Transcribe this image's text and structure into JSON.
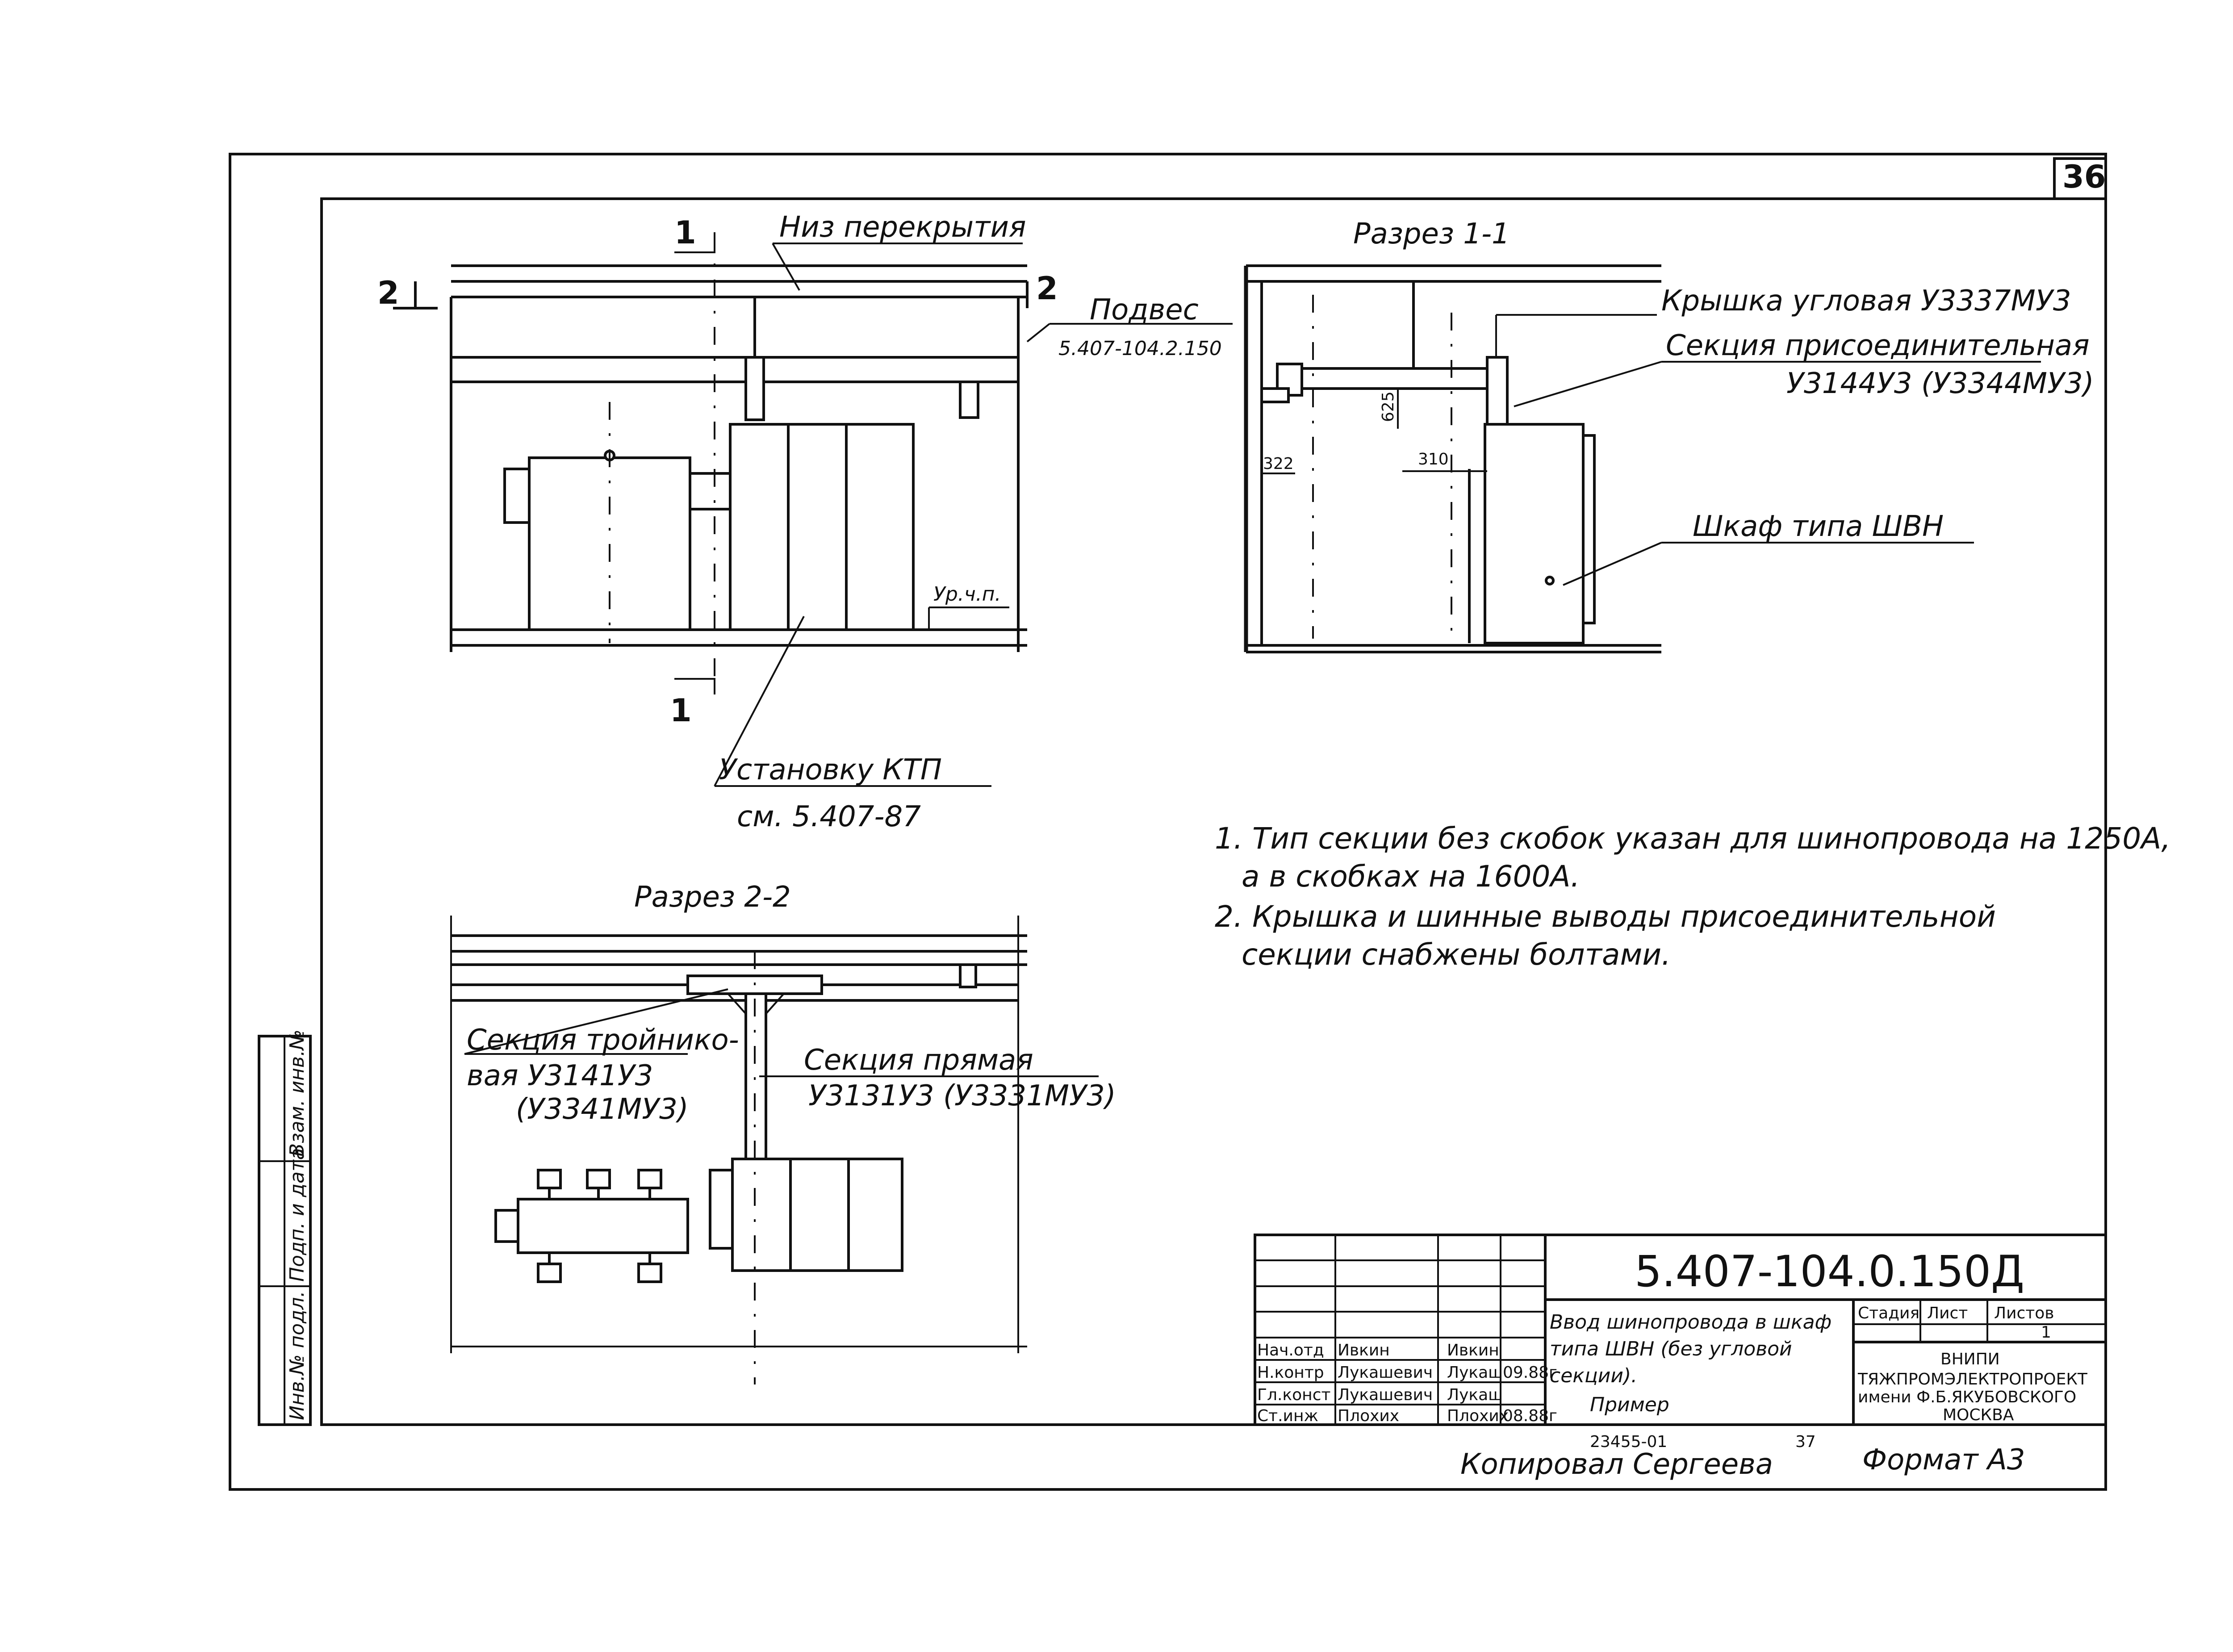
{
  "sheet_number": "36",
  "plan": {
    "ceiling_label": "Низ перекрытия",
    "section_mark_1": "1",
    "section_mark_2": "2",
    "hanger_label": "Подвес",
    "hanger_ref": "5.407-104.2.150",
    "floor_level": "Ур.ч.п.",
    "ktp_label": "Установку КТП",
    "ktp_ref": "см. 5.407-87"
  },
  "section_1_1": {
    "title": "Разрез 1-1",
    "corner_cover": "Крышка угловая У3337МУ3",
    "connection_section": "Секция присоединительная",
    "connection_code": "У3144У3 (У3344МУ3)",
    "cabinet": "Шкаф типа ШВН",
    "dim_625": "625",
    "dim_310": "310",
    "dim_322": "322"
  },
  "section_2_2": {
    "title": "Разрез 2-2",
    "tee_section_line1": "Секция тройнико-",
    "tee_section_line2": "вая У3141У3",
    "tee_section_line3": "(У3341МУ3)",
    "straight_section": "Секция прямая",
    "straight_code": "У3131У3 (У3331МУ3)"
  },
  "notes": [
    "1. Тип секции без скобок указан для шинопровода на 1250А,",
    "а в скобках на 1600А.",
    "2. Крышка и шинные выводы присоединительной",
    "секции снабжены болтами."
  ],
  "title_block": {
    "doc_code": "5.407-104.0.150Д",
    "title_line1": "Ввод шинопровода в шкаф",
    "title_line2": "типа ШВН (без угловой",
    "title_line3": "секции).",
    "title_line4": "Пример",
    "col_stage": "Стадия",
    "col_sheet": "Лист",
    "col_sheets": "Листов",
    "sheets_count": "1",
    "org_line1": "ВНИПИ",
    "org_line2": "ТЯЖПРОМЭЛЕКТРОПРОЕКТ",
    "org_line3": "имени Ф.Б.ЯКУБОВСКОГО",
    "org_line4": "МОСКВА",
    "rows": [
      {
        "role": "Нач.отд",
        "name": "Ивкин",
        "sign": "Ивкин",
        "date": ""
      },
      {
        "role": "Н.контр",
        "name": "Лукашевич",
        "sign": "Лукаш",
        "date": "09.88г"
      },
      {
        "role": "Гл.конст",
        "name": "Лукашевич",
        "sign": "Лукаш",
        "date": ""
      },
      {
        "role": "Ст.инж",
        "name": "Плохих",
        "sign": "Плохих",
        "date": "08.88г"
      }
    ]
  },
  "side_stamp": {
    "inv_no": "Инв.№ подл.",
    "sign_date": "Подп. и дата",
    "replace_inv": "Взам. инв.№"
  },
  "footer": {
    "archive_no": "23455-01",
    "page_no": "37",
    "copied_by": "Копировал Сергеева",
    "format": "Формат А3"
  }
}
